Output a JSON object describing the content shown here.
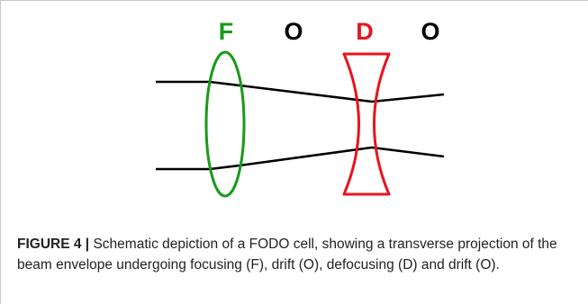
{
  "figure": {
    "labels": {
      "focusing": "F",
      "drift_first": "O",
      "defocusing": "D",
      "drift_second": "O"
    },
    "colors": {
      "focusing": "#189a18",
      "drift": "#000000",
      "defocusing": "#e8141e",
      "beam": "#000000"
    }
  },
  "caption": {
    "label": "FIGURE 4 |",
    "text": "Schematic depiction of a FODO cell, showing a transverse projection of the beam envelope undergoing focusing (F), drift (O), defocusing (D) and drift (O)."
  }
}
